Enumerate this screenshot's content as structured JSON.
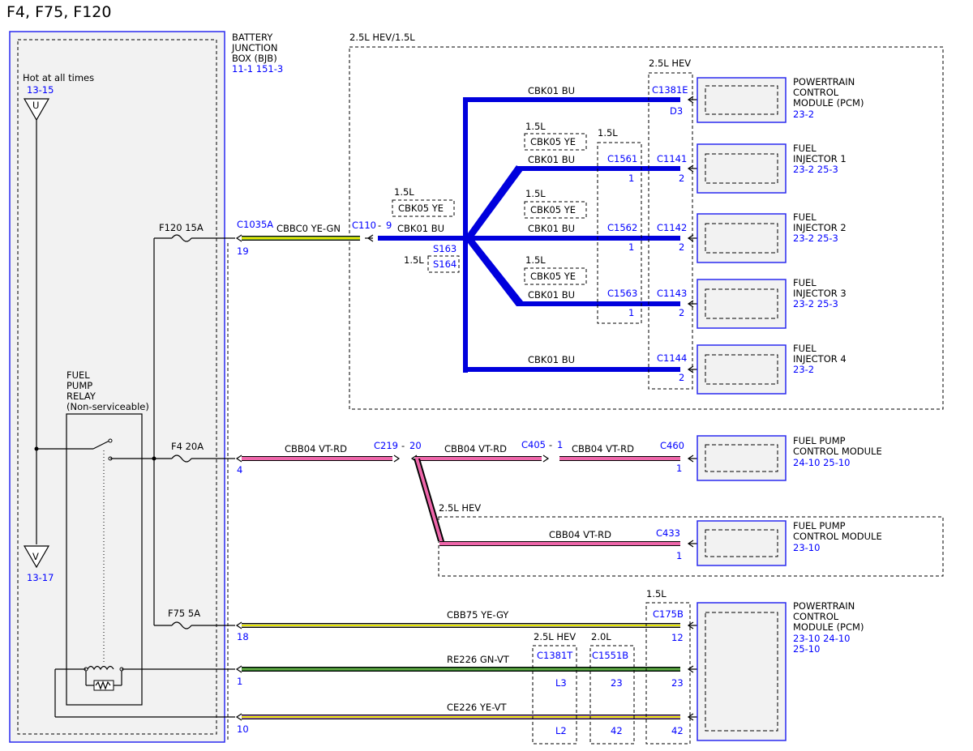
{
  "title": "F4, F75, F120",
  "bjb": {
    "line1": "BATTERY",
    "line2": "JUNCTION",
    "line3": "BOX (BJB)",
    "refs": "11-1  151-3"
  },
  "power": {
    "hot_label": "Hot at all times",
    "hot_ref": "13-15",
    "hot_letter": "U",
    "ground_letter": "V",
    "ground_ref": "13-17"
  },
  "relay": {
    "line1": "FUEL",
    "line2": "PUMP",
    "line3": "RELAY",
    "line4": "(Non-serviceable)"
  },
  "fuses": {
    "f120": "F120  15A",
    "f4": "F4  20A",
    "f75": "F75 5A"
  },
  "regions": {
    "top": "2.5L HEV/1.5L",
    "hev_pcm": "2.5L HEV",
    "mid": "2.5L HEV",
    "bottom_c175": "1.5L",
    "c1381t": "2.5L HEV",
    "c1551b": "2.0L"
  },
  "top_circuit": {
    "c1035a": "C1035A",
    "pin19": "19",
    "cbbc0": "CBBC0  YE-GN",
    "c110": "C110",
    "c110_pin": "9",
    "cbk01_main": "CBK01  BU",
    "s163": "S163",
    "s164": "S164",
    "s164_var": "1.5L",
    "cbk05_1_var": "1.5L",
    "cbk05_1": "CBK05 YE",
    "cbk05_2_var": "1.5L",
    "cbk05_2": "CBK05 YE",
    "cbk05_3_var": "1.5L",
    "cbk05_3": "CBK05 YE",
    "cbk05_4_var": "1.5L",
    "cbk05_4": "CBK05 YE",
    "c156x_var": "1.5L",
    "wire_pcm": "CBK01  BU",
    "wire_inj1": "CBK01  BU",
    "wire_inj2": "CBK01  BU",
    "wire_inj3": "CBK01  BU",
    "wire_inj4": "CBK01  BU",
    "c1561": "C1561",
    "c1561_pin": "1",
    "c1562": "C1562",
    "c1562_pin": "1",
    "c1563": "C1563",
    "c1563_pin": "1",
    "c1381e": "C1381E",
    "c1381e_pin": "D3",
    "c1141": "C1141",
    "c1141_pin": "2",
    "c1142": "C1142",
    "c1142_pin": "2",
    "c1143": "C1143",
    "c1143_pin": "2",
    "c1144": "C1144",
    "c1144_pin": "2"
  },
  "components": {
    "pcm1": {
      "l1": "POWERTRAIN",
      "l2": "CONTROL",
      "l3": "MODULE (PCM)",
      "ref": "23-2"
    },
    "inj1": {
      "l1": "FUEL",
      "l2": "INJECTOR 1",
      "ref": "23-2  25-3"
    },
    "inj2": {
      "l1": "FUEL",
      "l2": "INJECTOR 2",
      "ref": "23-2  25-3"
    },
    "inj3": {
      "l1": "FUEL",
      "l2": "INJECTOR 3",
      "ref": "23-2  25-3"
    },
    "inj4": {
      "l1": "FUEL",
      "l2": "INJECTOR 4",
      "ref": "23-2"
    },
    "fpcm1": {
      "l1": "FUEL PUMP",
      "l2": "CONTROL MODULE",
      "ref": "24-10 25-10"
    },
    "fpcm2": {
      "l1": "FUEL PUMP",
      "l2": "CONTROL MODULE",
      "ref": "23-10"
    },
    "pcm2": {
      "l1": "POWERTRAIN",
      "l2": "CONTROL",
      "l3": "MODULE (PCM)",
      "ref1": "23-10 24-10",
      "ref2": "25-10"
    }
  },
  "mid_circuit": {
    "pin4": "4",
    "cbb04_a": "CBB04  VT-RD",
    "c219": "C219",
    "c219_pin": "20",
    "cbb04_b": "CBB04  VT-RD",
    "c405": "C405",
    "c405_pin": "1",
    "cbb04_c": "CBB04  VT-RD",
    "c460": "C460",
    "c460_pin": "1",
    "cbb04_d": "CBB04  VT-RD",
    "c433": "C433",
    "c433_pin": "1"
  },
  "bottom_circuit": {
    "pin18": "18",
    "cbb75": "CBB75  YE-GY",
    "c175b": "C175B",
    "c175b_pin": "12",
    "pin1": "1",
    "re226": "RE226  GN-VT",
    "c1381t": "C1381T",
    "c1381t_pin_l3": "L3",
    "c1381t_pin_l2": "L2",
    "c1551b": "C1551B",
    "c1551b_pin23": "23",
    "c1551b_pin42": "42",
    "pcm_pin23": "23",
    "pcm_pin42": "42",
    "pin10": "10",
    "ce226": "CE226  YE-VT"
  },
  "colors": {
    "bu": "#0000dd",
    "ye": "#e6e600",
    "gn": "#77aa33",
    "vt_rd": "#ee66aa",
    "green": "#226622",
    "blue_text": "#0000ff"
  }
}
